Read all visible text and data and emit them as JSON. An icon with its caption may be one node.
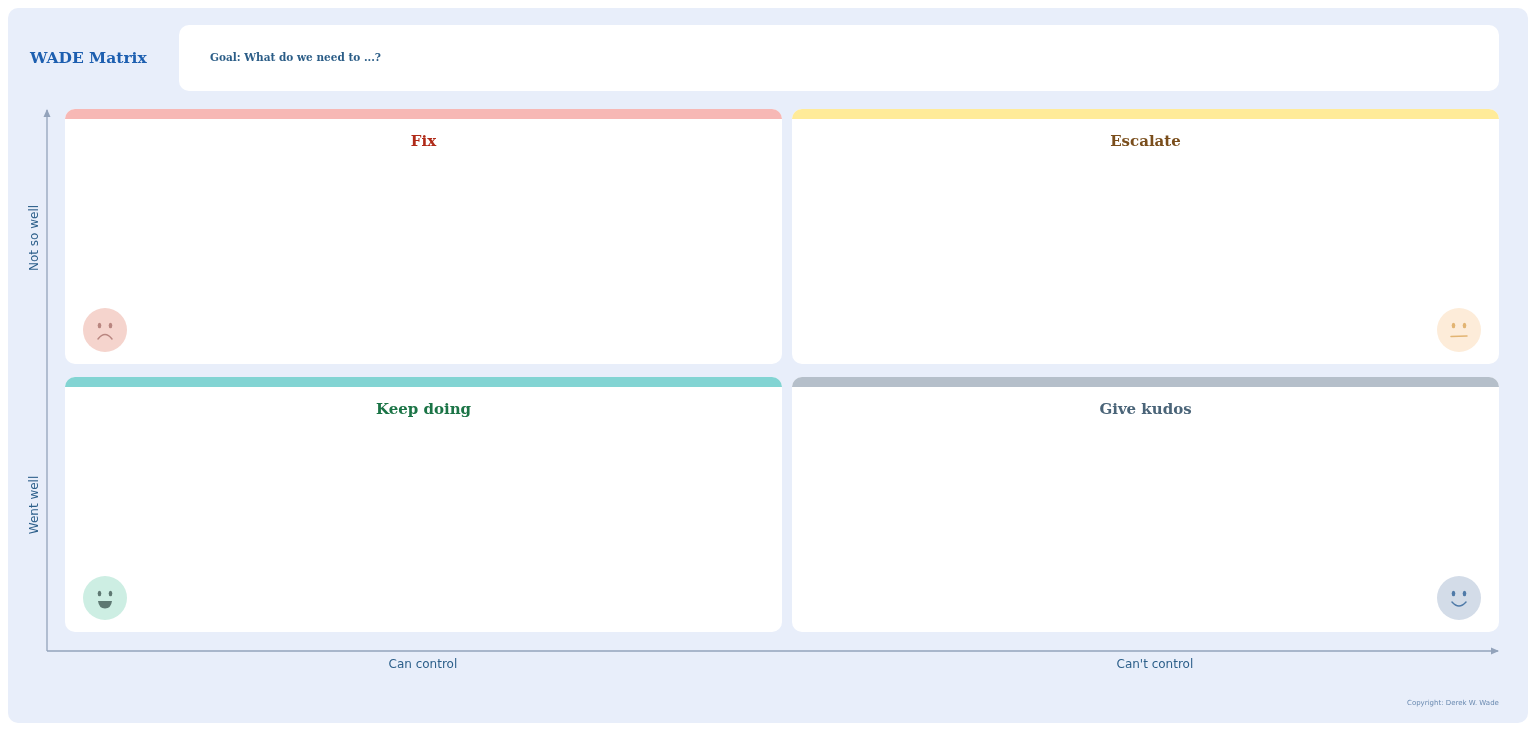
{
  "diagram": {
    "title": "WADE Matrix",
    "nodes": [
      {
        "text": [
          "Goal: What do we need to ...?"
        ]
      },
      {
        "text": [
          "Fix"
        ]
      },
      {
        "text": [
          "Escalate"
        ]
      },
      {
        "text": [
          "Keep doing"
        ]
      },
      {
        "text": [
          "Give kudos"
        ]
      }
    ],
    "labels": [
      "Not so well",
      "Went well",
      "Can control",
      "Can't control",
      "Copyright: Derek W. Wade"
    ]
  }
}
